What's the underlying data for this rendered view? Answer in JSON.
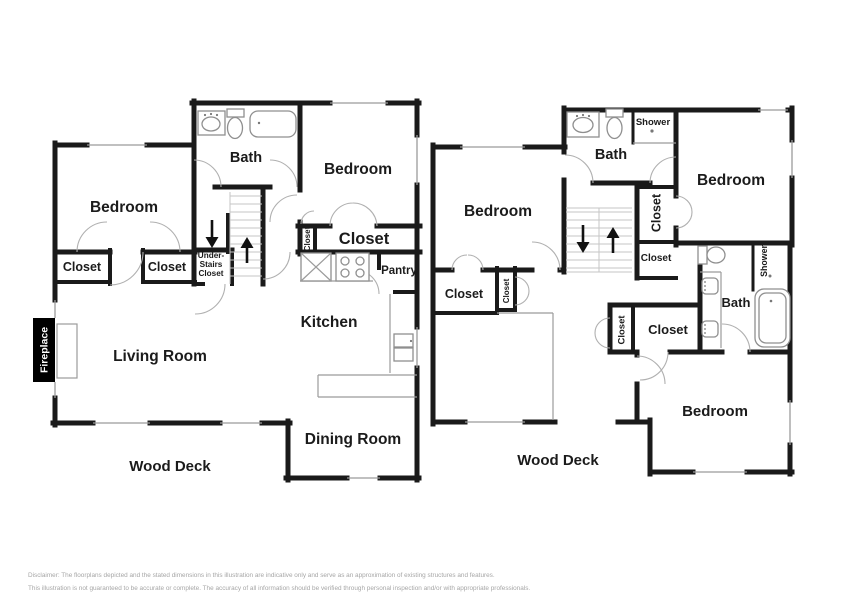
{
  "colors": {
    "background": "#ffffff",
    "wall": "#1a1a1a",
    "door_swing_line": "#b0b0b0",
    "window_line": "#9b9b9b",
    "fixture_line": "#8f8f8f",
    "stair_tread_line": "#c6c6c6",
    "label_text": "#1b1b1b",
    "fireplace_bg": "#000000",
    "fireplace_text": "#ffffff",
    "disclaimer_text": "#a6a6a6"
  },
  "floor1": {
    "labels": {
      "bath": "Bath",
      "bedroom_top_right": "Bedroom",
      "bedroom_left": "Bedroom",
      "hall_closet": "Closet",
      "side_closet_vertical": "Closet",
      "pantry": "Pantry",
      "bedroom_closet_1": "Closet",
      "bedroom_closet_2": "Closet",
      "under_stairs_line1": "Under-",
      "under_stairs_line2": "Stairs",
      "under_stairs_line3": "Closet",
      "kitchen": "Kitchen",
      "living_room": "Living Room",
      "fireplace": "Fireplace",
      "dining_room": "Dining Room",
      "wood_deck": "Wood Deck"
    }
  },
  "floor2": {
    "labels": {
      "bath_top": "Bath",
      "shower_top": "Shower",
      "bedroom_top_right": "Bedroom",
      "bedroom_left": "Bedroom",
      "stair_closet_vertical": "Closet",
      "stair_closet_small": "Closet",
      "bedroom_left_closet": "Closet",
      "hall_closet_vertical": "Closet",
      "mid_closet_vertical": "Closet",
      "mid_closet": "Closet",
      "bath_right": "Bath",
      "shower_right_vertical": "Shower",
      "bedroom_bottom_right": "Bedroom",
      "wood_deck": "Wood Deck"
    }
  },
  "footer": {
    "disclaimer_line1": "Disclaimer: The floorplans depicted and the stated dimensions in this illustration are indicative only and serve as an approximation of existing structures and features.",
    "disclaimer_line2": "This illustration is not guaranteed to be accurate or complete. The accuracy of all information should be verified through personal inspection and/or with appropriate professionals."
  }
}
